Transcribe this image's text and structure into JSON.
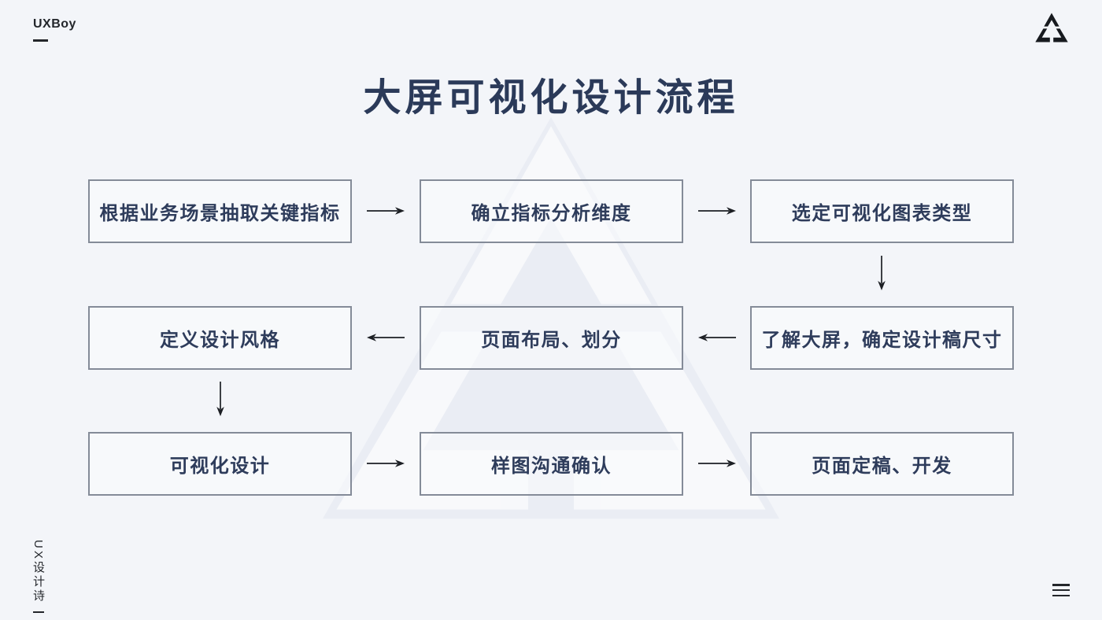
{
  "brand": {
    "name": "UXBoy",
    "side_name": "UX设计诗"
  },
  "title": "大屏可视化设计流程",
  "steps": [
    "根据业务场景抽取关键指标",
    "确立指标分析维度",
    "选定可视化图表类型",
    "了解大屏，确定设计稿尺寸",
    "页面布局、划分",
    "定义设计风格",
    "可视化设计",
    "样图沟通确认",
    "页面定稿、开发"
  ],
  "connections": [
    {
      "from": 0,
      "to": 1,
      "direction": "right"
    },
    {
      "from": 1,
      "to": 2,
      "direction": "right"
    },
    {
      "from": 2,
      "to": 3,
      "direction": "down"
    },
    {
      "from": 3,
      "to": 4,
      "direction": "left"
    },
    {
      "from": 4,
      "to": 5,
      "direction": "left"
    },
    {
      "from": 5,
      "to": 6,
      "direction": "down"
    },
    {
      "from": 6,
      "to": 7,
      "direction": "right"
    },
    {
      "from": 7,
      "to": 8,
      "direction": "right"
    }
  ],
  "icons": {
    "logo": "triangle-logo-icon",
    "watermark": "watermark-triangle-icon",
    "menu": "hamburger-menu-icon"
  },
  "colors": {
    "background": "#f3f5f9",
    "box_border": "#848b98",
    "box_text": "#2e3c5b",
    "title_text": "#2b3a59",
    "arrow": "#1c1f24",
    "logo_black": "#171a1f"
  }
}
